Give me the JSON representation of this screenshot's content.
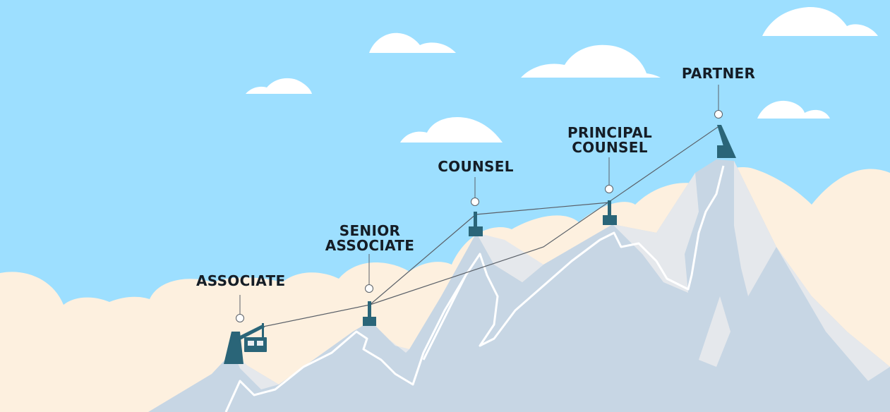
{
  "colors": {
    "sky": "#9ddfff",
    "cloud": "#ffffff",
    "back_hills": "#fdf0df",
    "mountain": "#c7d6e4",
    "mountain_light": "#e5e8ec",
    "station": "#2a6578",
    "cable": "#5a6068"
  },
  "stations": [
    {
      "id": "associate",
      "lines": [
        "ASSOCIATE"
      ]
    },
    {
      "id": "senior-associate",
      "lines": [
        "SENIOR",
        "ASSOCIATE"
      ]
    },
    {
      "id": "counsel",
      "lines": [
        "COUNSEL"
      ]
    },
    {
      "id": "principal-counsel",
      "lines": [
        "PRINCIPAL",
        "COUNSEL"
      ]
    },
    {
      "id": "partner",
      "lines": [
        "PARTNER"
      ]
    }
  ]
}
